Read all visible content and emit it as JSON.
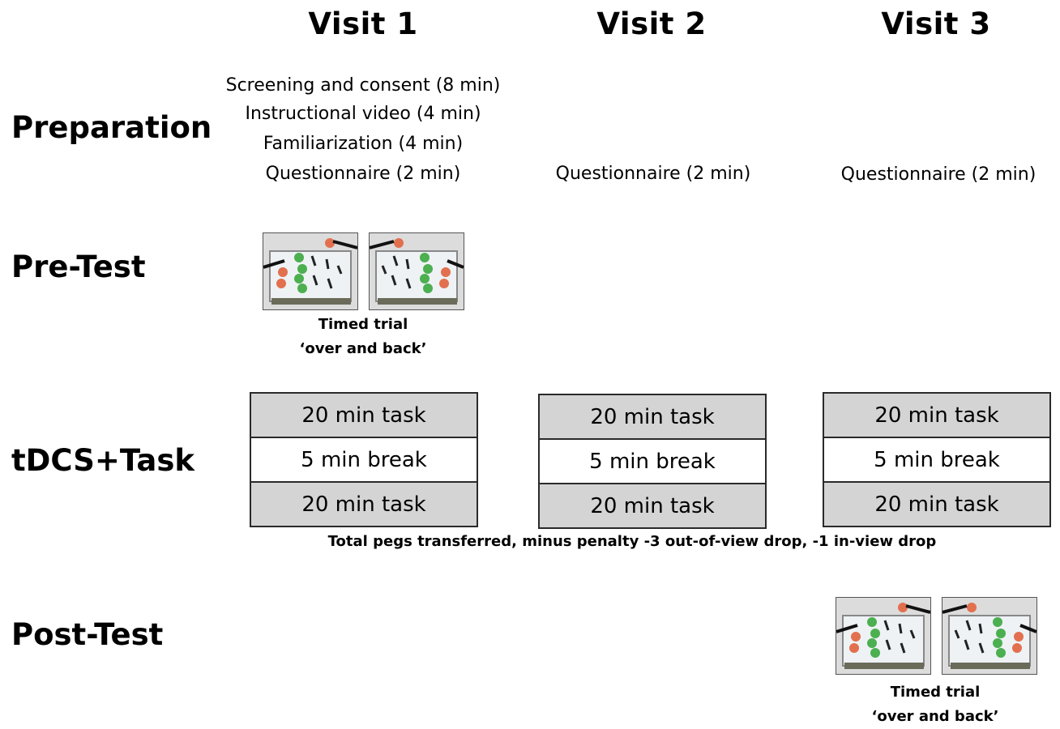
{
  "visits": [
    "Visit 1",
    "Visit 2",
    "Visit 3"
  ],
  "rows": {
    "preparation": "Preparation",
    "pre_test": "Pre-Test",
    "tdcs_task": "tDCS+Task",
    "post_test": "Post-Test"
  },
  "preparation": {
    "visit1": [
      "Screening and consent (8 min)",
      "Instructional video (4 min)",
      "Familiarization (4 min)",
      "Questionnaire (2 min)"
    ],
    "visit2": "Questionnaire (2 min)",
    "visit3": "Questionnaire (2 min)"
  },
  "timed_trial": {
    "line1": "Timed trial",
    "line2": "‘over and back’"
  },
  "tdcs_blocks": {
    "task": "20 min task",
    "break": "5 min break"
  },
  "scoring_note": "Total pegs transferred, minus penalty -3 out-of-view drop, -1 in-view drop",
  "colors": {
    "task_fill": "#d4d4d4",
    "break_fill": "#ffffff",
    "border": "#2a2a2a",
    "peg_green": "#4caf50",
    "peg_orange": "#e2704f"
  },
  "icons": {
    "peg_transfer": "peg-transfer-photo-icon"
  }
}
